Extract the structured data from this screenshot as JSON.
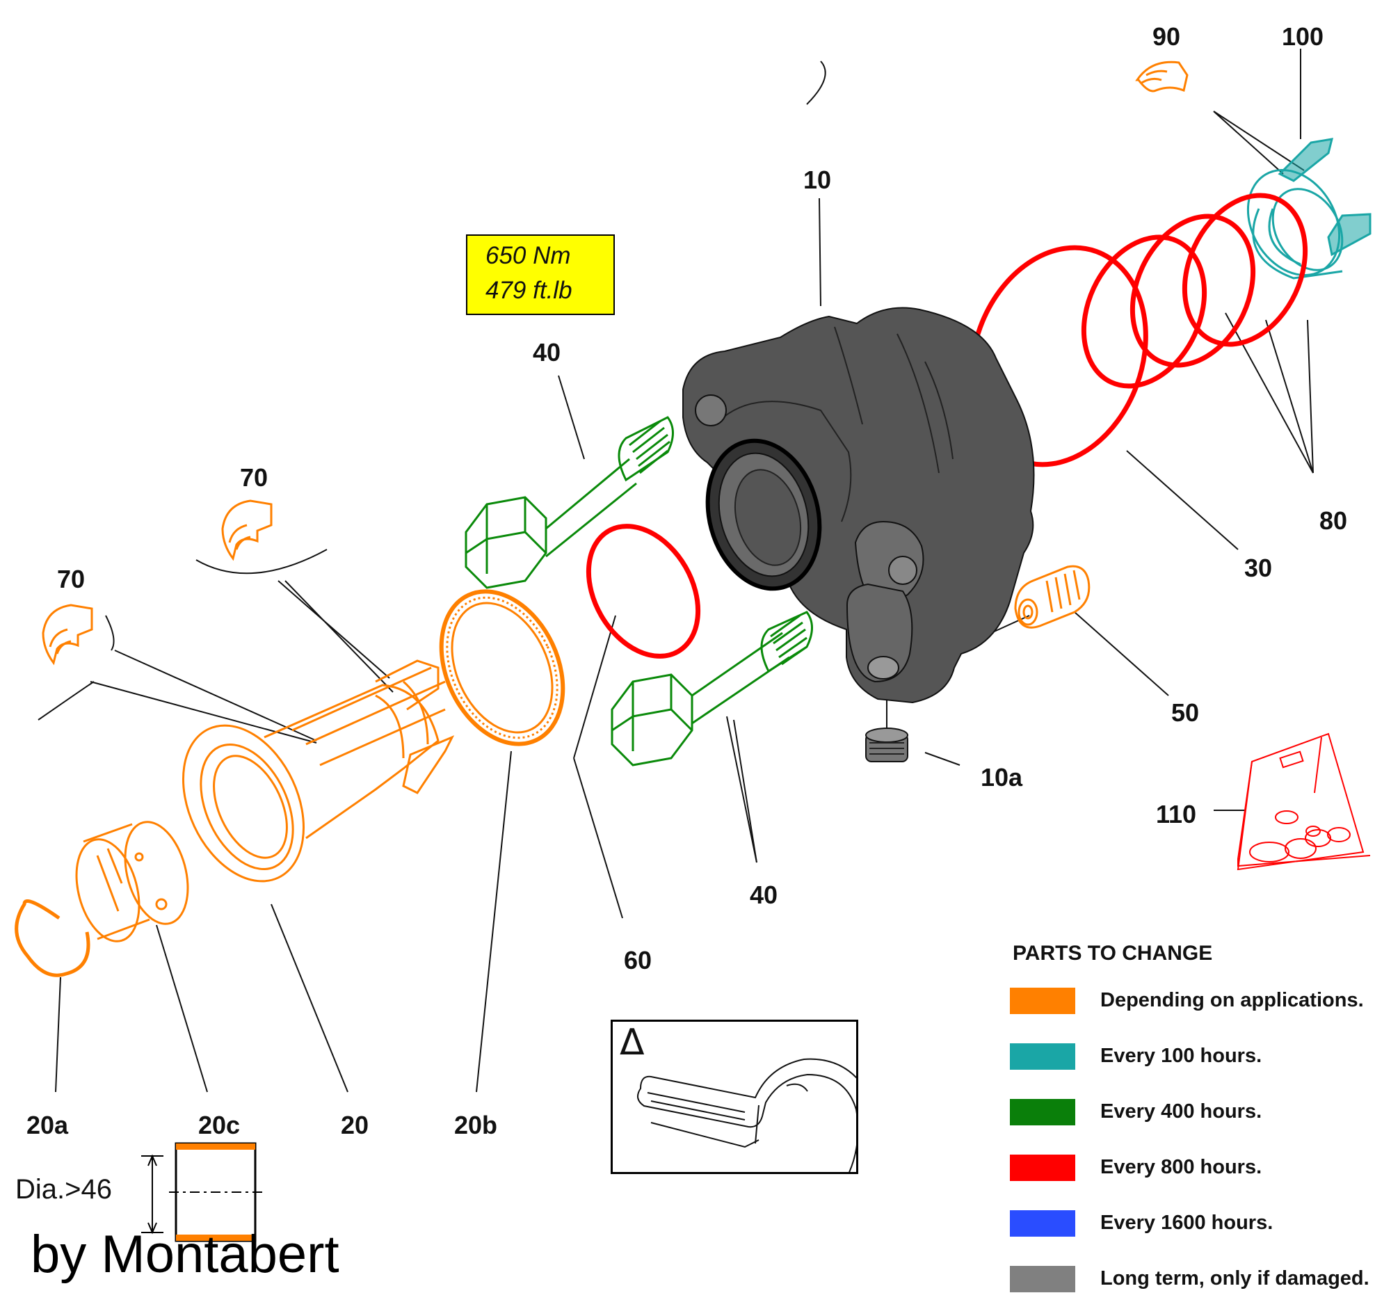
{
  "callouts": {
    "c90": "90",
    "c100": "100",
    "c10": "10",
    "c40_top": "40",
    "c40_bottom": "40",
    "c70_upper": "70",
    "c70_lower": "70",
    "c80": "80",
    "c30": "30",
    "c50": "50",
    "c10a": "10a",
    "c110": "110",
    "c60": "60",
    "c20a": "20a",
    "c20c": "20c",
    "c20": "20",
    "c20b": "20b"
  },
  "torque": {
    "line1": "650 Nm",
    "line2": "479 ft.lb"
  },
  "legend": {
    "title": "PARTS TO CHANGE",
    "items": [
      {
        "label": "Depending on applications.",
        "color": "#ff8000"
      },
      {
        "label": "Every 100 hours.",
        "color": "#1aa6a6"
      },
      {
        "label": "Every 400 hours.",
        "color": "#0a7f0a"
      },
      {
        "label": "Every 800 hours.",
        "color": "#ff0000"
      },
      {
        "label": "Every 1600 hours.",
        "color": "#2a4dff"
      },
      {
        "label": "Long term, only if damaged.",
        "color": "#808080"
      }
    ]
  },
  "detail": {
    "dia_label": "Dia.>46"
  },
  "tool": {
    "symbol": "Δ"
  },
  "brand": "by Montabert",
  "colors": {
    "orange": "#ff8000",
    "teal": "#1aa6a6",
    "green": "#0a8a0a",
    "red": "#ff0000",
    "gray": "#555555",
    "yellow": "#ffff00"
  }
}
